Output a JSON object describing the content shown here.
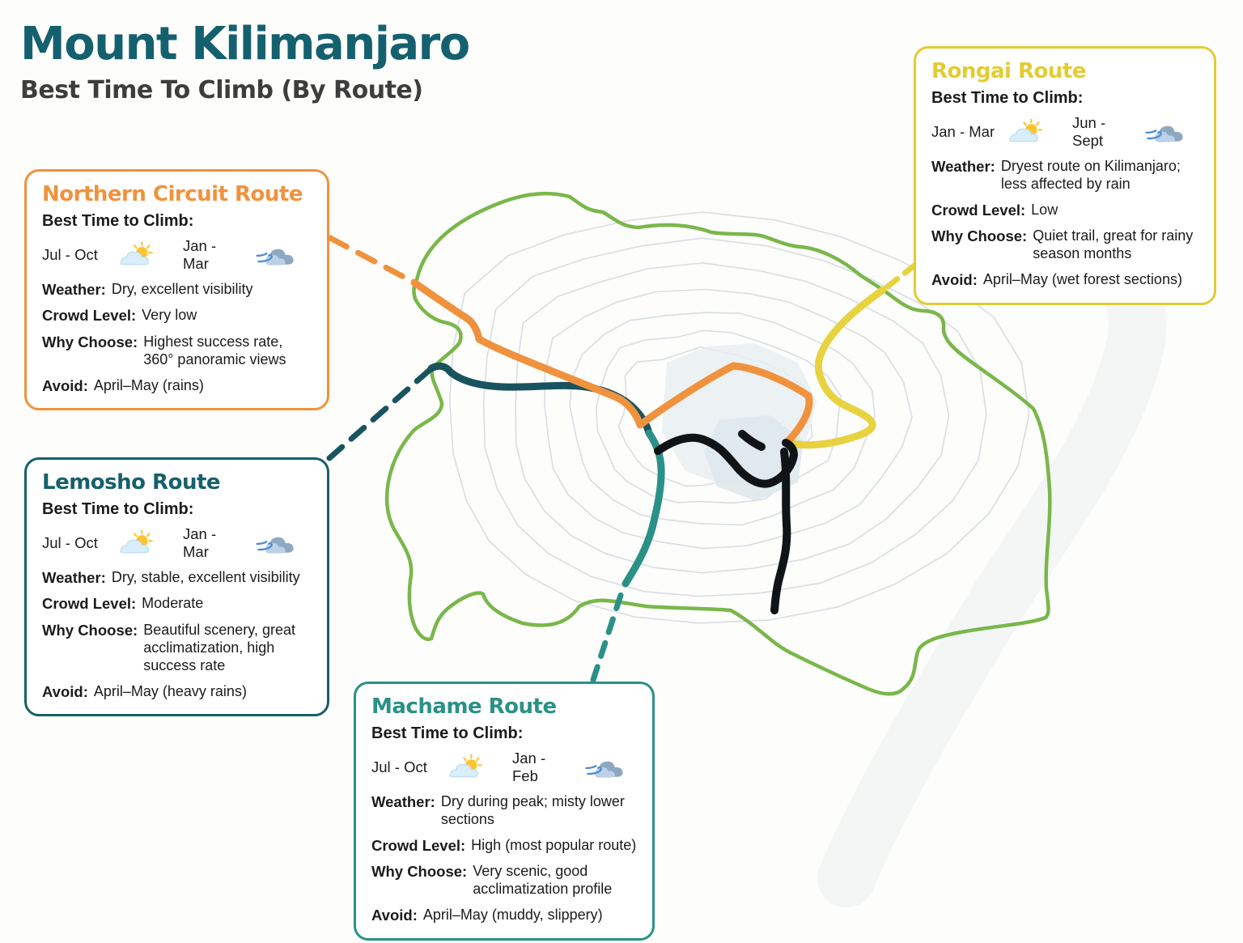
{
  "page": {
    "title": "Mount Kilimanjaro",
    "subtitle": "Best Time To Climb (By Route)",
    "title_color": "#14606F",
    "subtitle_color": "#3D3D3D"
  },
  "labels": {
    "best_time": "Best Time to Climb:",
    "weather": "Weather:",
    "crowd": "Crowd Level:",
    "why": "Why Choose:",
    "avoid": "Avoid:"
  },
  "cards": [
    {
      "title": "Northern Circuit Route",
      "accent": "#F0923D",
      "season1": "Jul - Oct",
      "season2": "Jan - Mar",
      "weather": "Dry, excellent visibility",
      "crowd": "Very low",
      "why": "Highest success rate, 360° panoramic views",
      "avoid": "April–May (rains)"
    },
    {
      "title": "Rongai Route",
      "accent": "#E3CC33",
      "season1": "Jan - Mar",
      "season2": "Jun - Sept",
      "weather": "Dryest route on Kilimanjaro; less affected by rain",
      "crowd": "Low",
      "why": "Quiet trail, great for rainy season months",
      "avoid": "April–May (wet forest sections)"
    },
    {
      "title": "Lemosho Route",
      "accent": "#17606C",
      "season1": "Jul - Oct",
      "season2": "Jan - Mar",
      "weather": "Dry, stable, excellent visibility",
      "crowd": "Moderate",
      "why": "Beautiful scenery, great acclimatization, high success rate",
      "avoid": "April–May (heavy rains)"
    },
    {
      "title": "Machame Route",
      "accent": "#2A9187",
      "season1": "Jul - Oct",
      "season2": "Jan - Feb",
      "weather": "Dry during peak; misty lower sections",
      "crowd": "High (most popular route)",
      "why": "Very scenic, good acclimatization profile",
      "avoid": "April–May (muddy, slippery)"
    }
  ],
  "map": {
    "colors": {
      "boundary": "#79B74A",
      "contour": "#D6DEE3",
      "crater_fill": "#E9EEF1",
      "crater_inner": "#DFE8EC",
      "watermark": "#ECF0F3",
      "northern_route": "#F0923D",
      "rongai_route": "#E8D23F",
      "lemosho_route": "#19535F",
      "machame_route": "#2A9187",
      "summit_route": "#101417"
    },
    "routes": [
      {
        "name": "Northern Circuit Route",
        "style": "solid + dashed connector"
      },
      {
        "name": "Rongai Route",
        "style": "solid + dashed connector"
      },
      {
        "name": "Lemosho Route",
        "style": "solid + dashed connector"
      },
      {
        "name": "Machame Route",
        "style": "solid + dashed connector"
      },
      {
        "name": "Summit / descent trail",
        "style": "solid black"
      }
    ]
  },
  "icons": {
    "sun_color": "#FBC531",
    "cloud_light": "#D9EDFA",
    "cloud_gray": "#8FA8C2",
    "cloud_gray_light": "#BCD1E8",
    "wind_color": "#4D8FD1"
  }
}
